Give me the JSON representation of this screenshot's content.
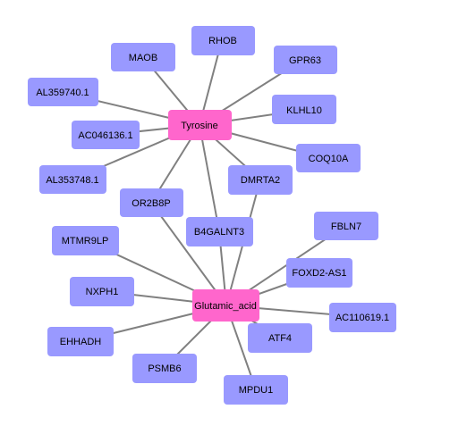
{
  "colors": {
    "hub_fill": "#ff66cc",
    "gene_fill": "#9999ff",
    "edge": "#808080",
    "text": "#000000",
    "background": "#ffffff"
  },
  "nodes": {
    "tyrosine": "Tyrosine",
    "glutamic_acid": "Glutamic_acid",
    "maob": "MAOB",
    "rhob": "RHOB",
    "gpr63": "GPR63",
    "al359740": "AL359740.1",
    "klhl10": "KLHL10",
    "ac046136": "AC046136.1",
    "coq10a": "COQ10A",
    "al353748": "AL353748.1",
    "dmrta2": "DMRTA2",
    "or2b8p": "OR2B8P",
    "b4galnt3": "B4GALNT3",
    "fbln7": "FBLN7",
    "mtmr9lp": "MTMR9LP",
    "foxd2_as1": "FOXD2-AS1",
    "nxph1": "NXPH1",
    "ac110619": "AC110619.1",
    "ehhadh": "EHHADH",
    "atf4": "ATF4",
    "psmb6": "PSMB6",
    "mpdu1": "MPDU1"
  }
}
